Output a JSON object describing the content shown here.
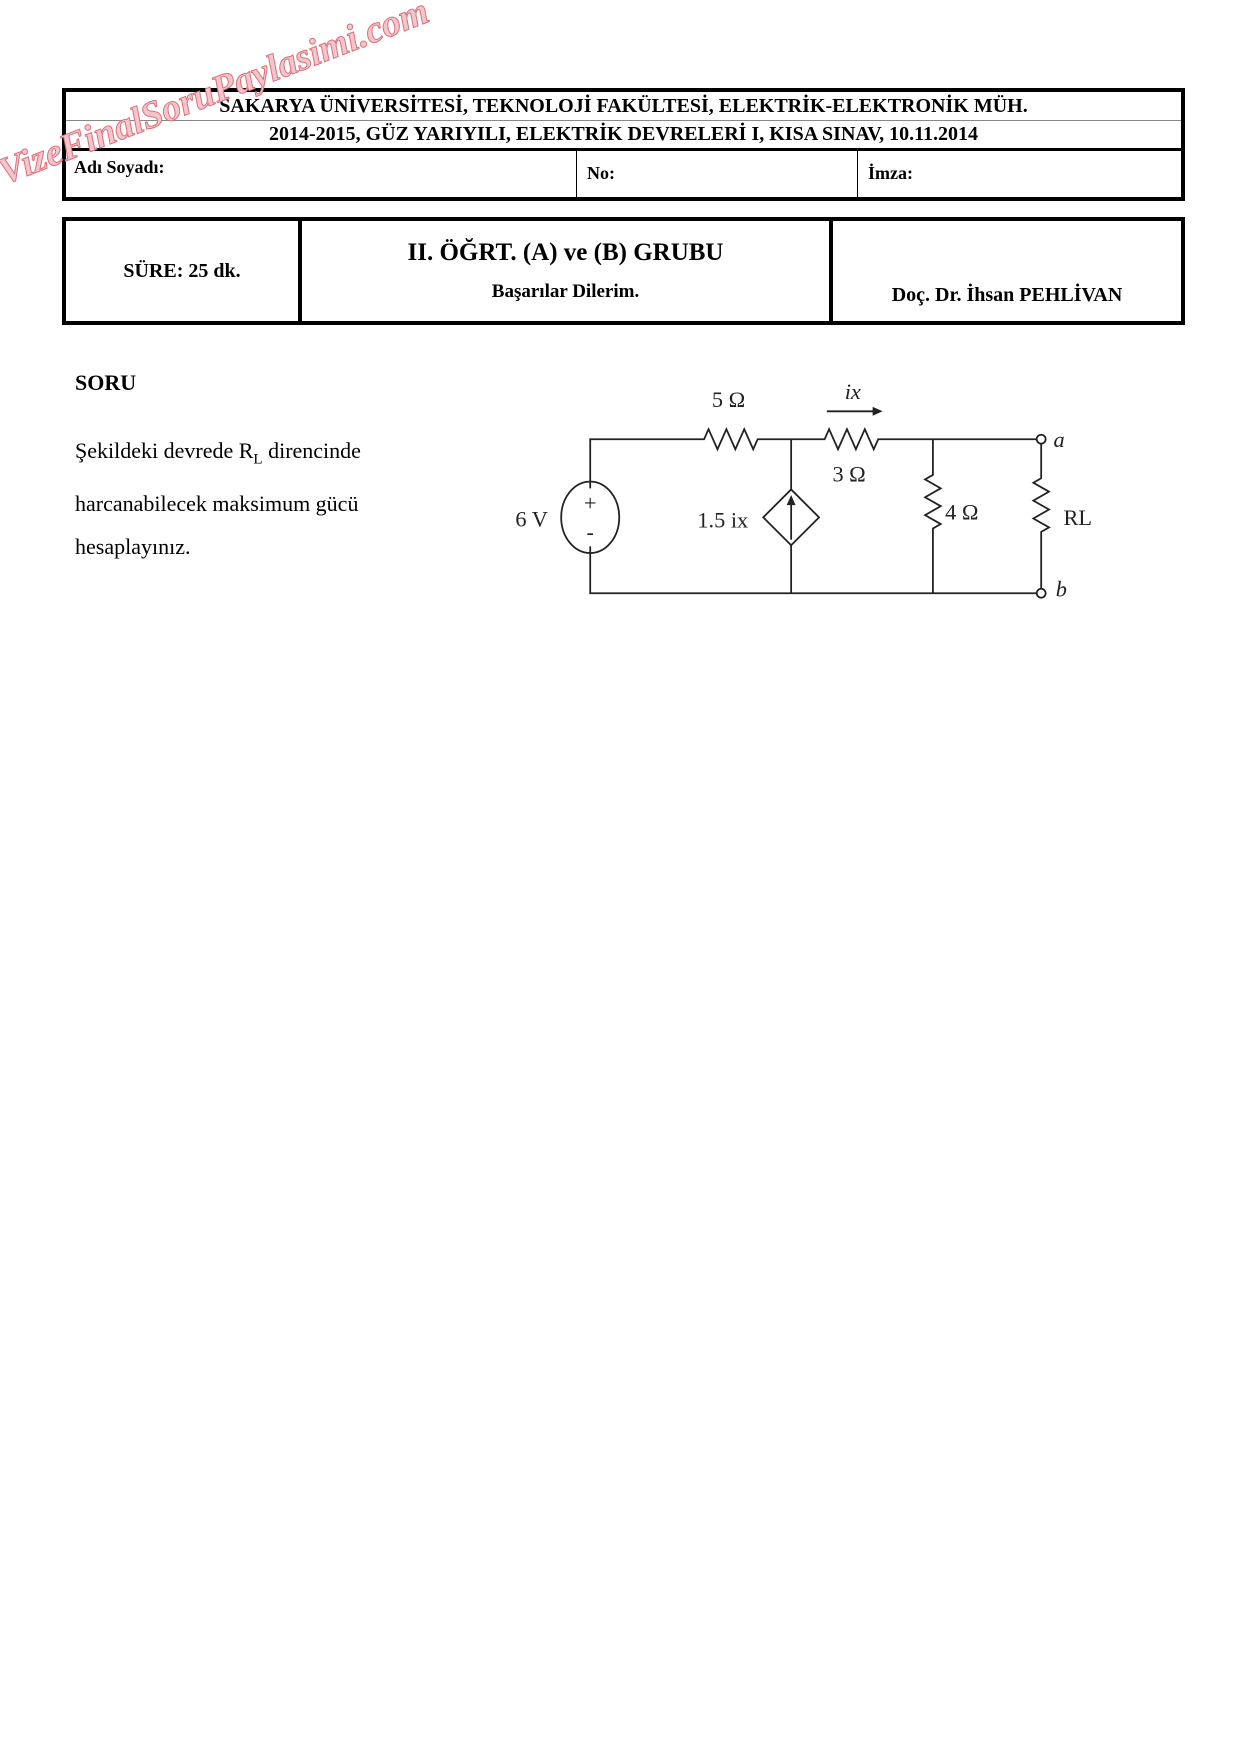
{
  "watermark": "VizeFinalSoruPaylasimi.com",
  "header": {
    "line1": "SAKARYA ÜNİVERSİTESİ, TEKNOLOJİ FAKÜLTESİ, ELEKTRİK-ELEKTRONİK MÜH.",
    "line2": "2014-2015,  GÜZ YARIYILI,   ELEKTRİK DEVRELERİ I,  KISA SINAV,  10.11.2014",
    "name_label": "Adı Soyadı:",
    "no_label": "No:",
    "signature_label": "İmza:"
  },
  "info": {
    "duration": "SÜRE:  25 dk.",
    "group": "II. ÖĞRT. (A) ve (B) GRUBU",
    "wishes": "Başarılar Dilerim.",
    "instructor": "Doç. Dr. İhsan PEHLİVAN"
  },
  "question": {
    "title": "SORU",
    "text_before": "Şekildeki devrede R",
    "subscript": "L",
    "text_after": " direncinde harcanabilecek maksimum gücü hesaplayınız."
  },
  "circuit": {
    "source": "6 V",
    "plus": "+",
    "minus": "-",
    "r1": "5 Ω",
    "r2": "3 Ω",
    "r3": "4 Ω",
    "current": "ix",
    "dependent": "1.5 ix",
    "load": "RL",
    "node_a": "a",
    "node_b": "b"
  }
}
